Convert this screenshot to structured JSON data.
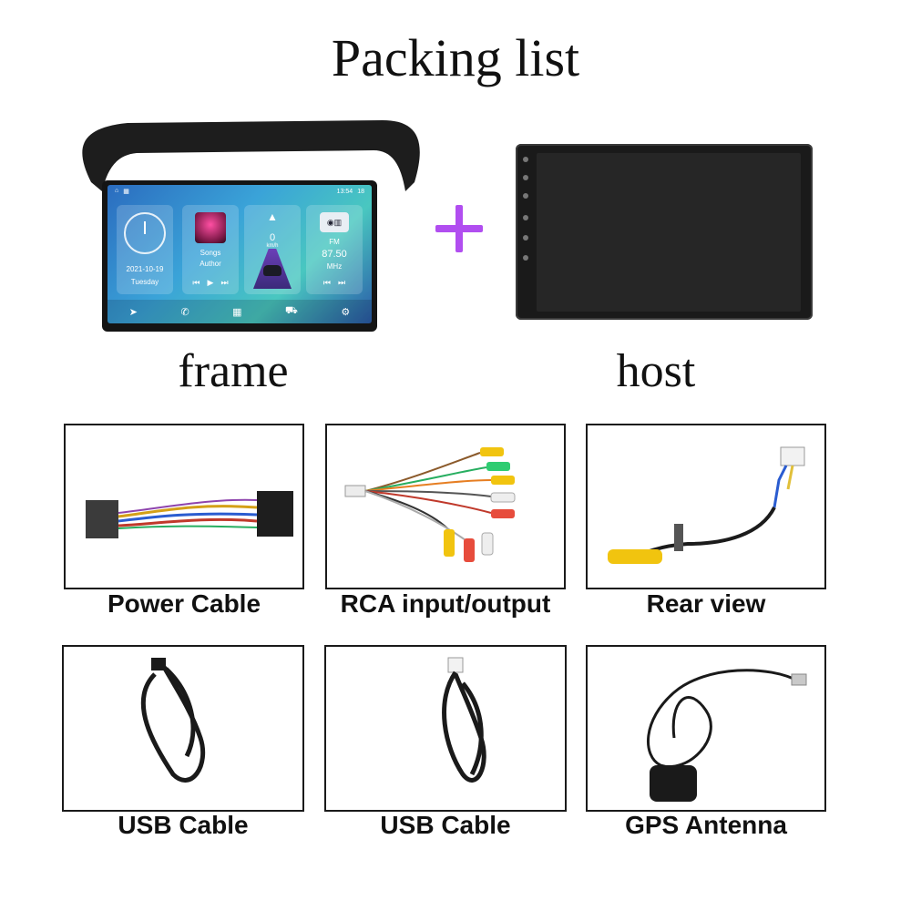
{
  "title": "Packing list",
  "plus_color": "#b14ef0",
  "frame": {
    "label": "frame",
    "screen": {
      "status_time": "13:54",
      "status_battery": "18",
      "clock_date": "2021-10-19",
      "clock_day": "Tuesday",
      "music_title": "Songs",
      "music_artist": "Author",
      "speed_value": "0",
      "speed_unit": "km/h",
      "radio_band": "FM",
      "radio_freq": "87.50",
      "radio_unit": "MHz"
    }
  },
  "host": {
    "label": "host"
  },
  "accessories": [
    {
      "label": "Power Cable",
      "icon": "power-cable-harness"
    },
    {
      "label": "RCA input/output",
      "icon": "rca-cable"
    },
    {
      "label": "Rear view",
      "icon": "rear-view-camera-cable"
    },
    {
      "label": "USB Cable",
      "icon": "usb-cable"
    },
    {
      "label": "USB Cable",
      "icon": "usb-cable"
    },
    {
      "label": "GPS Antenna",
      "icon": "gps-antenna"
    }
  ]
}
